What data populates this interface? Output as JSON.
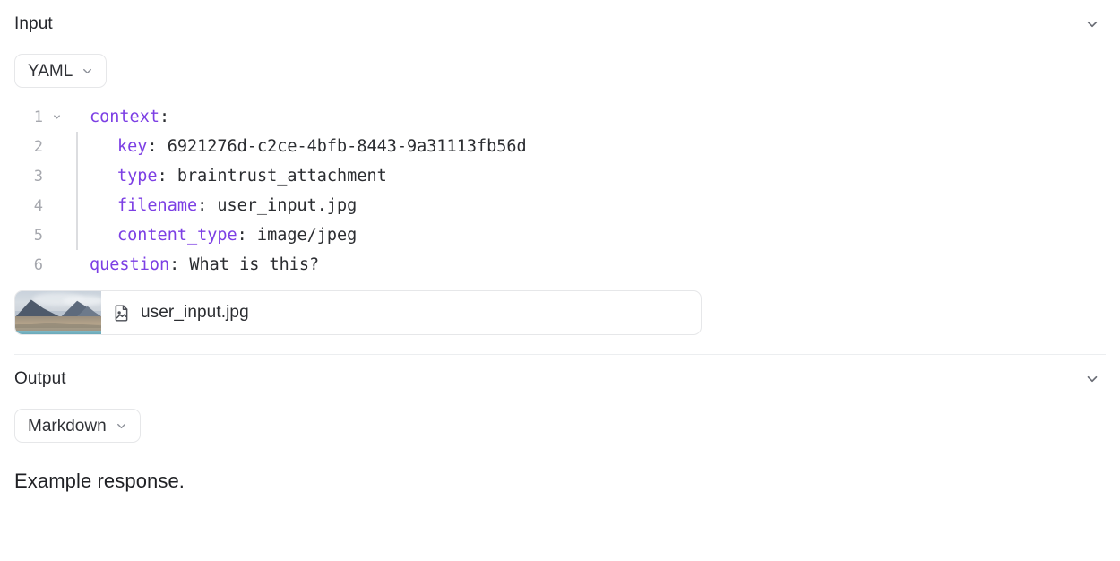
{
  "input": {
    "title": "Input",
    "collapse_icon": "chevron-down-icon",
    "format": {
      "label": "YAML",
      "caret_icon": "chevron-down-icon"
    },
    "code": {
      "language": "yaml",
      "key_color": "#7c3fe4",
      "text_color": "#2b2d31",
      "lines": [
        {
          "num": "1",
          "fold": true,
          "guide": false,
          "indent": 0,
          "key": "context",
          "sep": ":",
          "value": ""
        },
        {
          "num": "2",
          "fold": false,
          "guide": true,
          "indent": 1,
          "key": "key",
          "sep": ":",
          "value": " 6921276d-c2ce-4bfb-8443-9a31113fb56d"
        },
        {
          "num": "3",
          "fold": false,
          "guide": true,
          "indent": 1,
          "key": "type",
          "sep": ":",
          "value": " braintrust_attachment"
        },
        {
          "num": "4",
          "fold": false,
          "guide": true,
          "indent": 1,
          "key": "filename",
          "sep": ":",
          "value": " user_input.jpg"
        },
        {
          "num": "5",
          "fold": false,
          "guide": true,
          "indent": 1,
          "key": "content_type",
          "sep": ":",
          "value": " image/jpeg"
        },
        {
          "num": "6",
          "fold": false,
          "guide": false,
          "indent": 0,
          "key": "question",
          "sep": ":",
          "value": " What is this?"
        }
      ]
    },
    "attachment": {
      "thumbnail_alt": "mountain-landscape-thumbnail",
      "file_icon": "file-image-icon",
      "filename": "user_input.jpg"
    }
  },
  "output": {
    "title": "Output",
    "collapse_icon": "chevron-down-icon",
    "format": {
      "label": "Markdown",
      "caret_icon": "chevron-down-icon"
    },
    "body": "Example response."
  }
}
